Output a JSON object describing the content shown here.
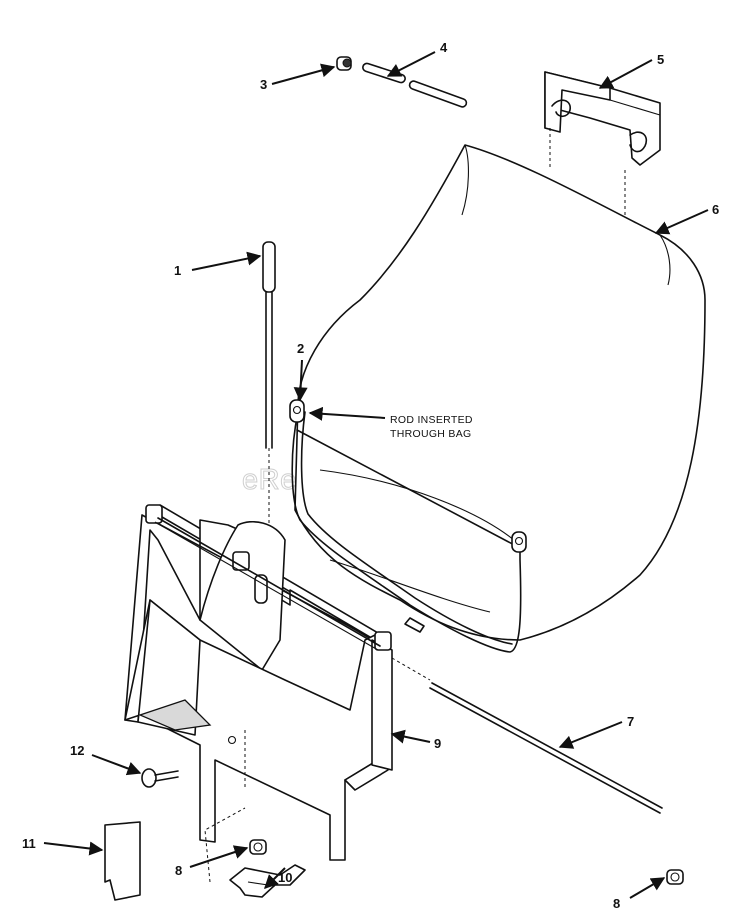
{
  "diagram": {
    "callouts": {
      "c1": "1",
      "c2": "2",
      "c3": "3",
      "c4": "4",
      "c5": "5",
      "c6": "6",
      "c7": "7",
      "c8a": "8",
      "c8b": "8",
      "c9": "9",
      "c10": "10",
      "c11": "11",
      "c12": "12"
    },
    "note_line1": "ROD INSERTED",
    "note_line2": "THROUGH BAG",
    "watermark": "eReplacementParts.com"
  }
}
